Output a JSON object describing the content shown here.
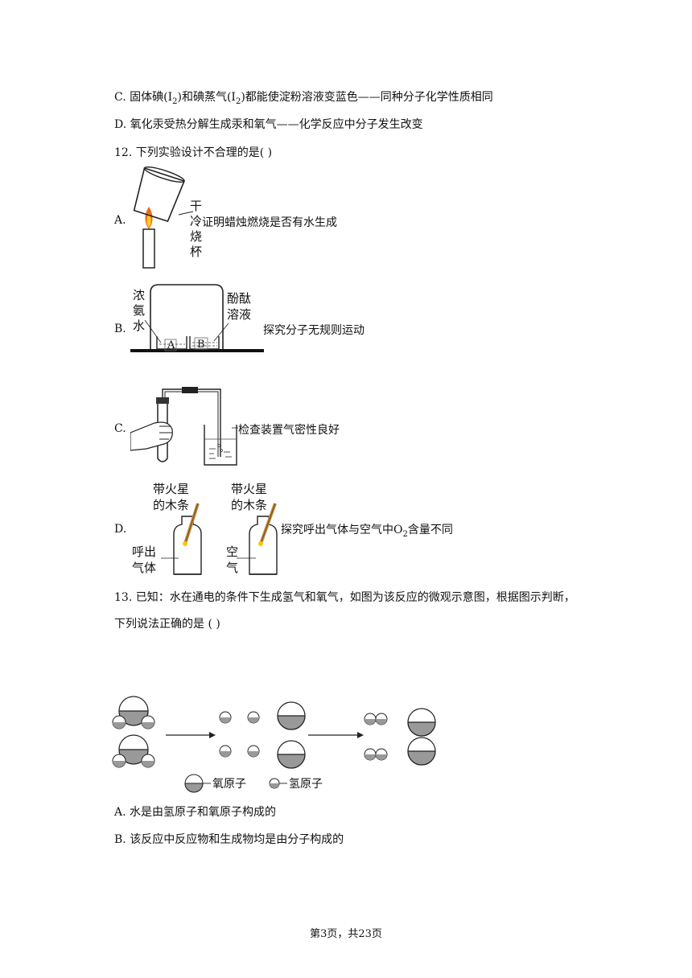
{
  "q11": {
    "optC_pre": "C. 固体碘(I",
    "optC_sub1": "2",
    "optC_mid": ")和碘蒸气(I",
    "optC_sub2": "2",
    "optC_post": ")都能使淀粉溶液变蓝色——同种分子化学性质相同",
    "optD": "D. 氧化汞受热分解生成汞和氧气——化学反应中分子发生改变"
  },
  "q12": {
    "stem": "12.   下列实验设计不合理的是(    )",
    "A": {
      "letter": "A.",
      "caption": "证明蜡烛燃烧是否有水生成",
      "label_chars": [
        "干",
        "冷",
        "烧",
        "杯"
      ]
    },
    "B": {
      "letter": "B.",
      "caption": "探究分子无规则运动",
      "label_left": [
        "浓",
        "氨",
        "水"
      ],
      "label_right": [
        "酚酞",
        "溶液"
      ],
      "beaker_a": "A",
      "beaker_b": "B"
    },
    "C": {
      "letter": "C.",
      "caption": "检查装置气密性良好"
    },
    "D": {
      "letter": "D.",
      "caption_pre": "探究呼出气体与空气中O",
      "caption_sub": "2",
      "caption_post": "含量不同",
      "stick_label_1": [
        "带火星",
        "的木条"
      ],
      "stick_label_2": [
        "带火星",
        "的木条"
      ],
      "gas_1": [
        "呼出",
        "气体"
      ],
      "gas_2": [
        "空",
        "气"
      ]
    }
  },
  "q13": {
    "stem_line1": "13.   已知：水在通电的条件下生成氢气和氧气，如图为该反应的微观示意图，根据图示判断，",
    "stem_line2": "下列说法正确的是  (    )",
    "legend_oxygen": "氧原子",
    "legend_hydrogen": "氢原子",
    "optA": "A. 水是由氢原子和氧原子构成的",
    "optB": "B. 该反应中反应物和生成物均是由分子构成的"
  },
  "footer": "第3页，共23页"
}
